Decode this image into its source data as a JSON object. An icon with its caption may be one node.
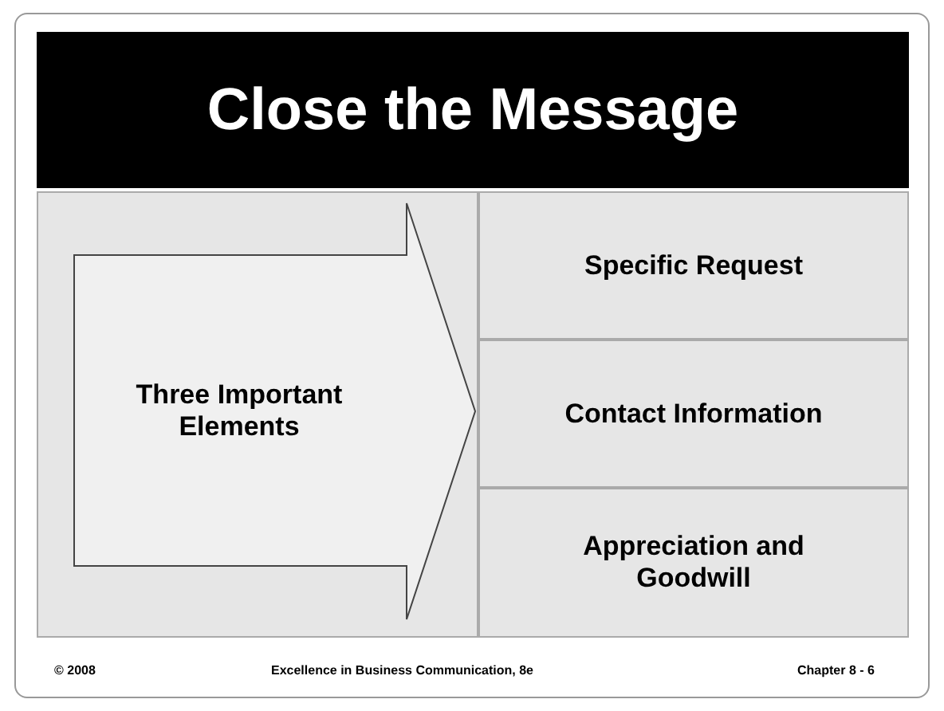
{
  "diagram": {
    "title": "Close the Message",
    "nodes": [
      {
        "text": [
          "Three Important Elements"
        ]
      },
      {
        "text": [
          "Specific Request"
        ]
      },
      {
        "text": [
          "Contact Information"
        ]
      },
      {
        "text": [
          "Appreciation and Goodwill"
        ]
      }
    ],
    "edges": [],
    "labels": [
      "© 2008",
      "Excellence in Business Communication, 8e",
      "Chapter 8 - 6"
    ]
  }
}
